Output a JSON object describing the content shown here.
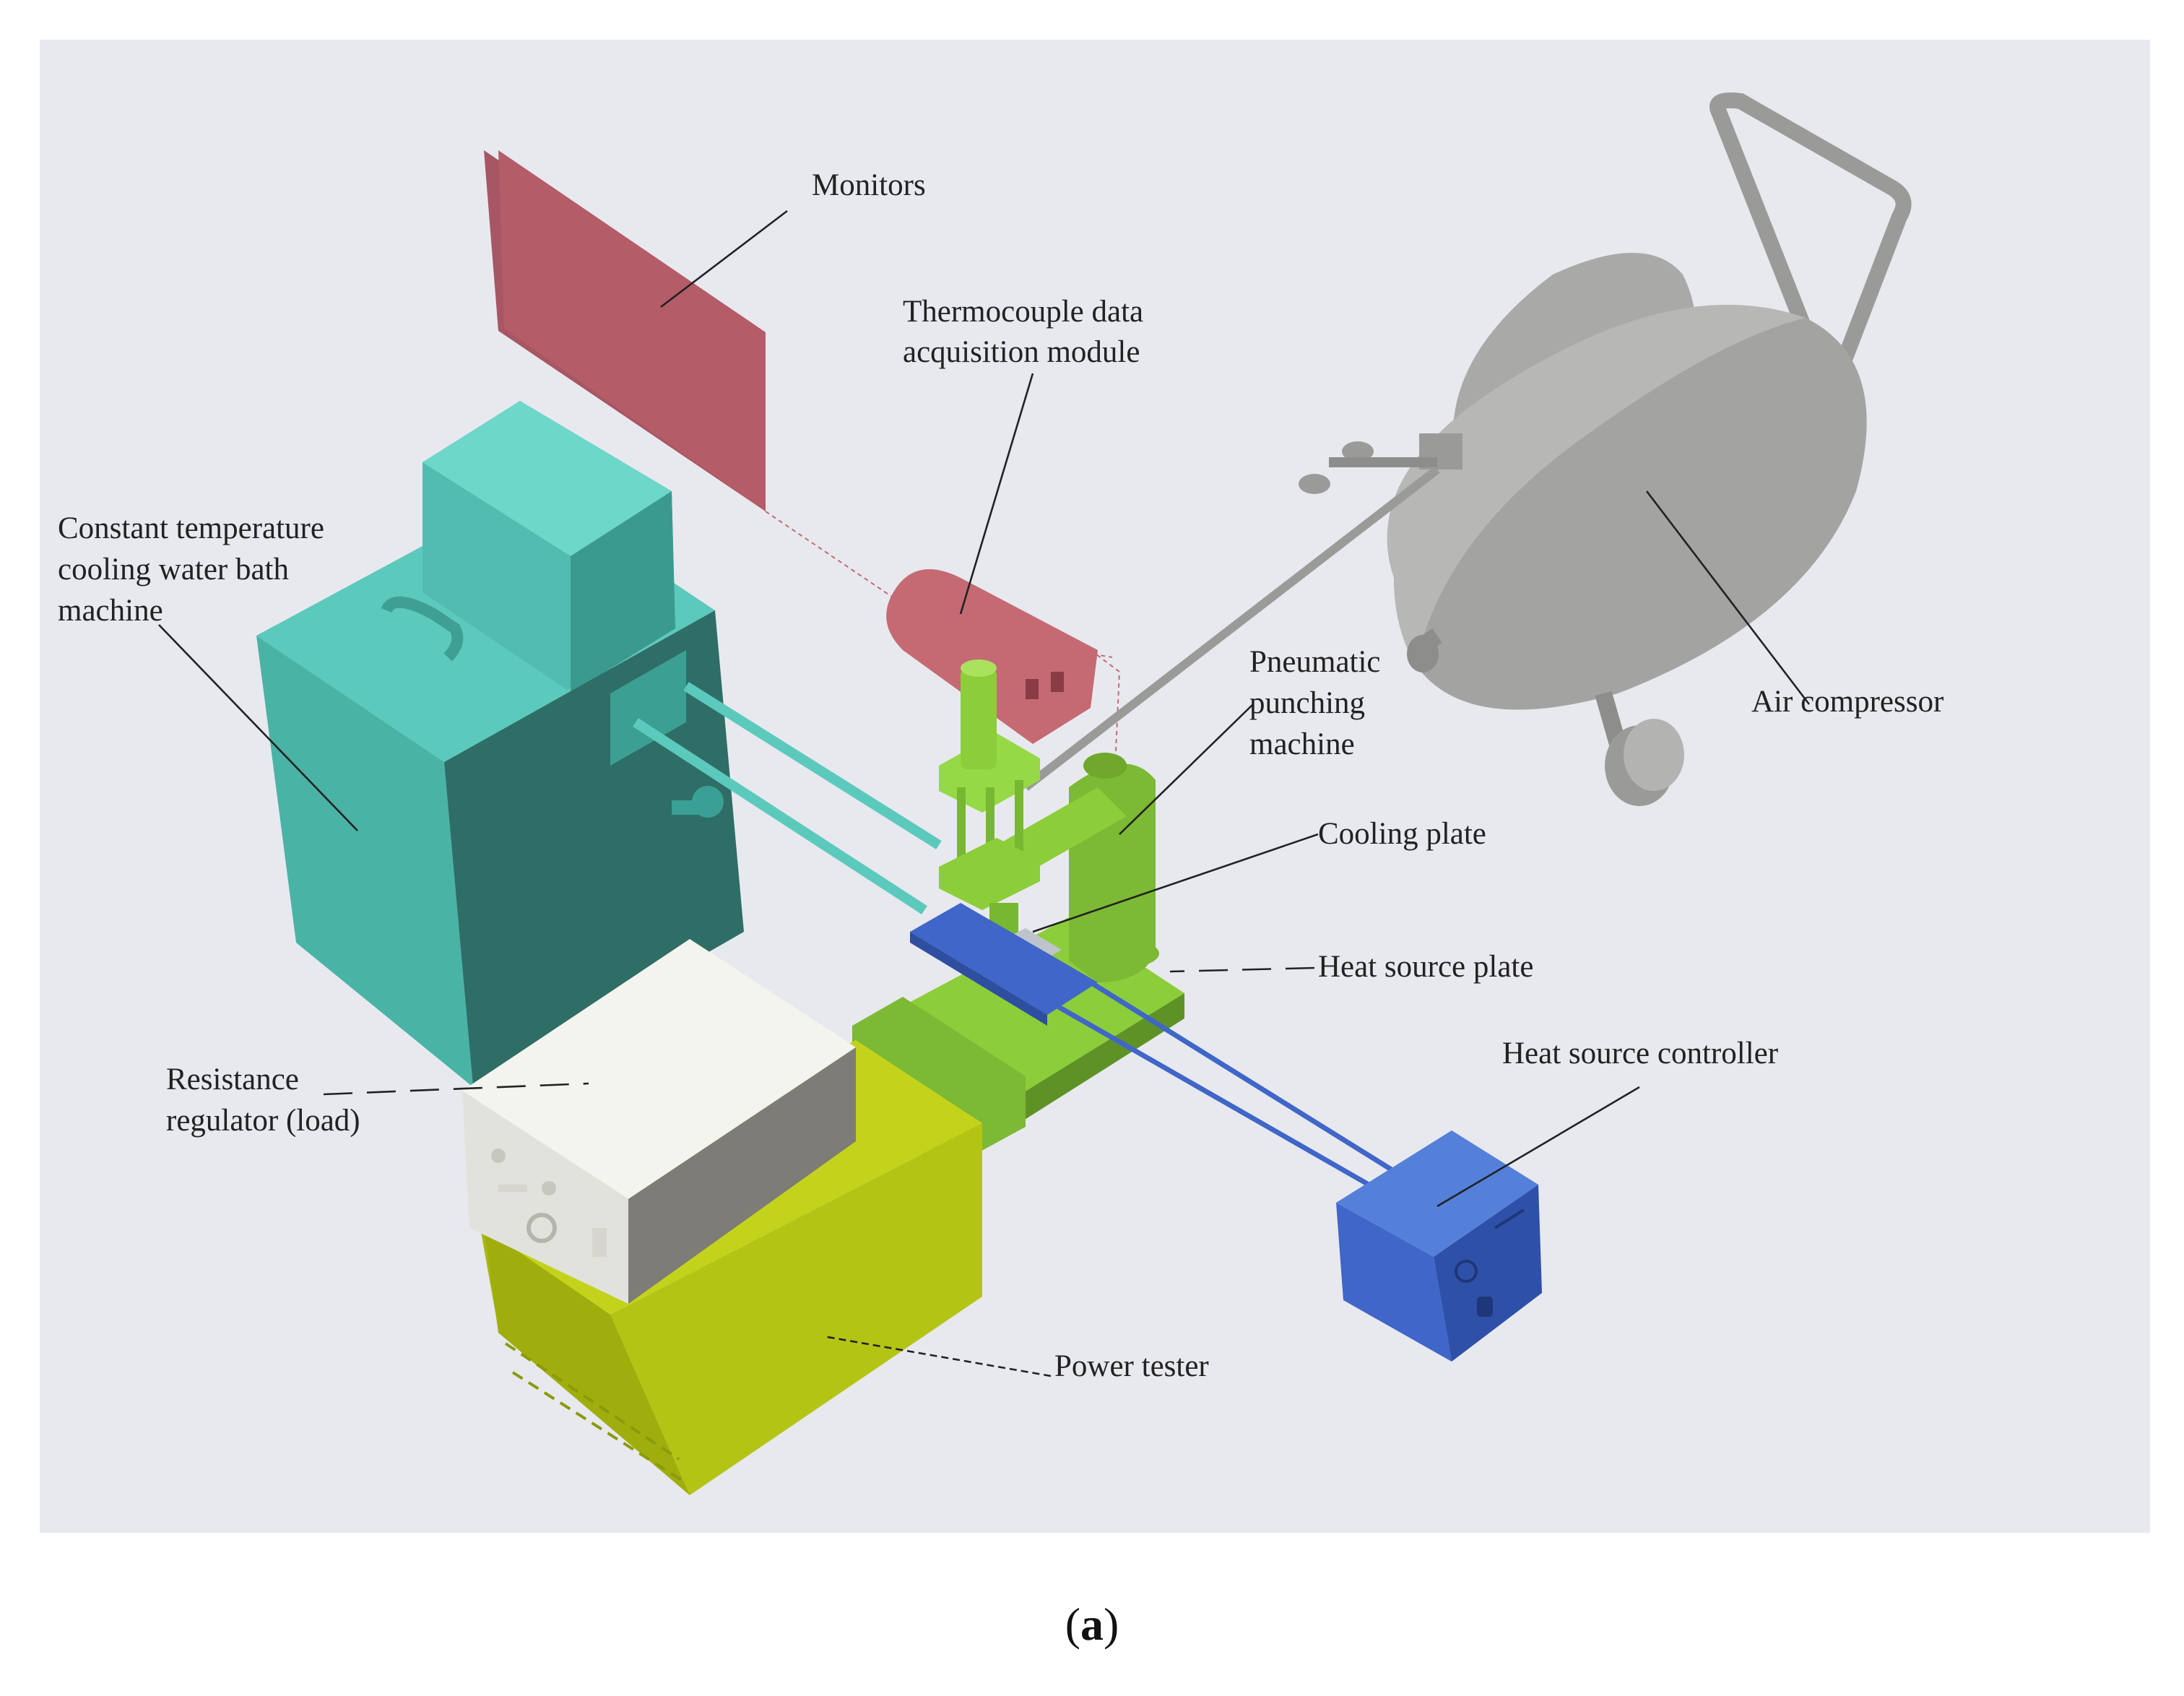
{
  "figure": {
    "background_color": "#e8e9ee",
    "caption": {
      "open": "(",
      "letter": "a",
      "close": ")"
    },
    "colors": {
      "monitor": "#b45c68",
      "water_bath": "#3fa79d",
      "punch_machine": "#8ccd3a",
      "heat_plate": "#3f66c8",
      "controller": "#3f66c8",
      "resistance": "#e9e9e4",
      "power_tester": "#b4c415",
      "compressor": "#a7a8a6"
    }
  },
  "labels": {
    "monitors": [
      "Monitors"
    ],
    "thermocouple": [
      "Thermocouple data",
      "acquisition module"
    ],
    "water_bath": [
      "Constant temperature",
      "cooling water bath",
      "machine"
    ],
    "pneumatic": [
      "Pneumatic",
      "punching",
      "machine"
    ],
    "air_compressor": [
      "Air compressor"
    ],
    "cooling_plate": [
      "Cooling plate"
    ],
    "heat_source_plate": [
      "Heat source plate"
    ],
    "heat_source_controller": [
      "Heat source controller"
    ],
    "resistance": [
      "Resistance",
      "regulator (load)"
    ],
    "power_tester": [
      "Power tester"
    ]
  }
}
